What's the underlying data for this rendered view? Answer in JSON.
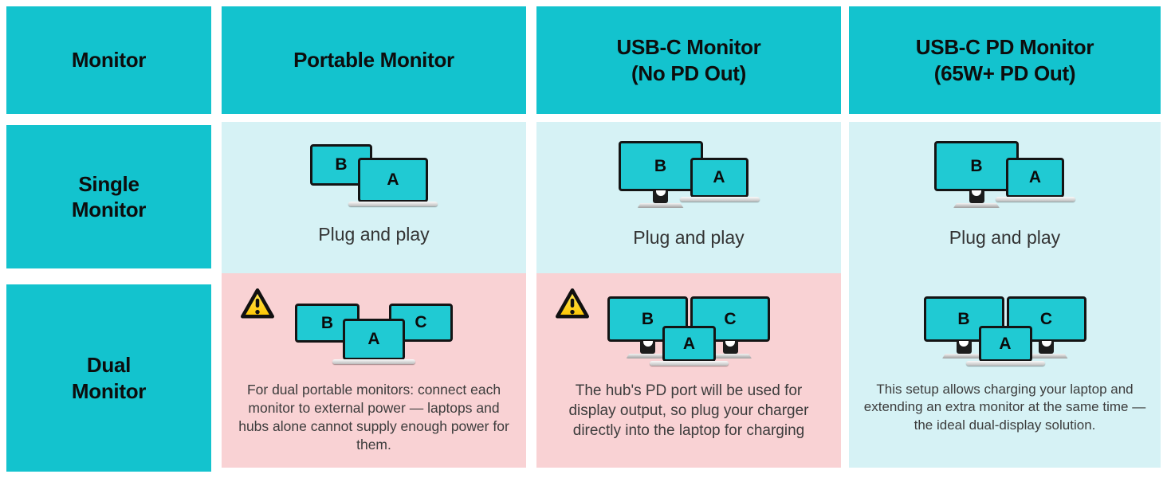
{
  "colors": {
    "teal": "#13C3CE",
    "screen_teal": "#20CAD3",
    "light_cyan": "#D6F2F5",
    "pink": "#F9D2D4",
    "warning_yellow": "#FFCB05",
    "body_text": "#3C3C3C",
    "header_text": "#0D0D0D"
  },
  "header": {
    "monitor": "Monitor",
    "portable": "Portable Monitor",
    "usbc": "USB-C Monitor\n(No PD Out)",
    "usbc_pd": "USB-C PD Monitor\n(65W+ PD Out)"
  },
  "rows": {
    "single": "Single\nMonitor",
    "dual": "Dual\nMonitor"
  },
  "labels": {
    "a": "A",
    "b": "B",
    "c": "C"
  },
  "cells": {
    "single_portable": {
      "caption": "Plug and play"
    },
    "single_usbc": {
      "caption": "Plug and play"
    },
    "single_usbc_pd": {
      "caption": "Plug and play"
    },
    "dual_portable": {
      "warning": true,
      "note": "For dual portable monitors: connect each monitor to external power — laptops and hubs alone cannot supply enough power for them."
    },
    "dual_usbc": {
      "warning": true,
      "note": "The hub's PD port will be used for display output, so plug your charger directly into the laptop for charging"
    },
    "dual_usbc_pd": {
      "warning": false,
      "note": "This setup allows charging your laptop and extending an extra monitor at the same time — the ideal dual-display solution."
    }
  }
}
